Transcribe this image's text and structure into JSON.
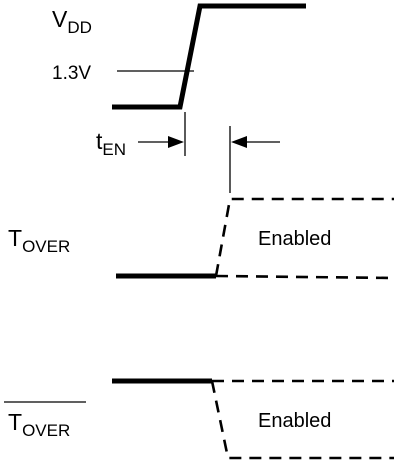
{
  "labels": {
    "vdd_main": "V",
    "vdd_sub": "DD",
    "voltage": "1.3V",
    "ten_main": "t",
    "ten_sub": "EN",
    "tover_main": "T",
    "tover_sub": "OVER",
    "tover_bar_main": "T",
    "tover_bar_sub": "OVER",
    "enabled_1": "Enabled",
    "enabled_2": "Enabled"
  }
}
